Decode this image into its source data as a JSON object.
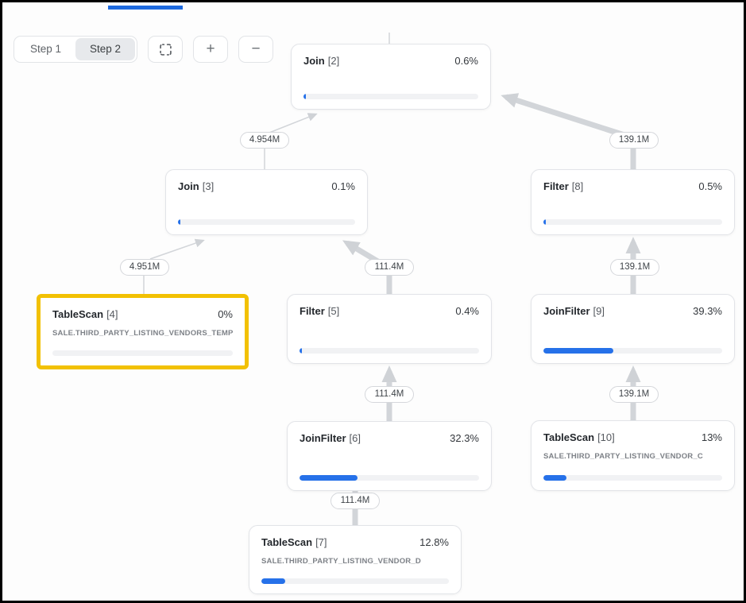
{
  "toolbar": {
    "step1_label": "Step 1",
    "step2_label": "Step 2",
    "zoom_in_label": "+",
    "zoom_out_label": "−"
  },
  "colors": {
    "accent_blue": "#1E6ADF",
    "progress_blue": "#2671E9",
    "highlight_yellow": "#F2C103",
    "edge_gray": "#D2D5D9"
  },
  "nodes": {
    "join2": {
      "op": "Join",
      "id": "[2]",
      "pct": "0.6%",
      "fill": 1.5
    },
    "join3": {
      "op": "Join",
      "id": "[3]",
      "pct": "0.1%",
      "fill": 0.8
    },
    "filter8": {
      "op": "Filter",
      "id": "[8]",
      "pct": "0.5%",
      "fill": 1.2
    },
    "tablescan4": {
      "op": "TableScan",
      "id": "[4]",
      "pct": "0%",
      "fill": 0,
      "subtitle": "SALE.THIRD_PARTY_LISTING_VENDORS_TEMP"
    },
    "filter5": {
      "op": "Filter",
      "id": "[5]",
      "pct": "0.4%",
      "fill": 1.2
    },
    "joinfilter9": {
      "op": "JoinFilter",
      "id": "[9]",
      "pct": "39.3%",
      "fill": 39.3
    },
    "joinfilter6": {
      "op": "JoinFilter",
      "id": "[6]",
      "pct": "32.3%",
      "fill": 32.3
    },
    "tablescan10": {
      "op": "TableScan",
      "id": "[10]",
      "pct": "13%",
      "fill": 13,
      "subtitle": "SALE.THIRD_PARTY_LISTING_VENDOR_C"
    },
    "tablescan7": {
      "op": "TableScan",
      "id": "[7]",
      "pct": "12.8%",
      "fill": 12.8,
      "subtitle": "SALE.THIRD_PARTY_LISTING_VENDOR_D"
    }
  },
  "edge_labels": {
    "join3_to_join2": "4.954M",
    "filter8_to_join2": "139.1M",
    "tablescan4_to_join3": "4.951M",
    "filter5_to_join3": "111.4M",
    "joinfilter9_to_filter8": "139.1M",
    "joinfilter6_to_filter5": "111.4M",
    "tablescan10_to_joinfilter9": "139.1M",
    "tablescan7_to_joinfilter6": "111.4M"
  }
}
